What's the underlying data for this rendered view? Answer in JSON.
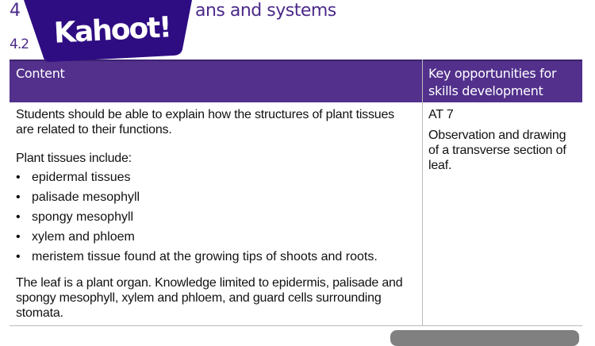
{
  "heading": {
    "title_partial": "4",
    "title_visible": "ans and systems",
    "subtitle_partial": "4.2"
  },
  "logo": {
    "text": "Kahoot!",
    "color": "#2e0d82"
  },
  "table": {
    "headers": [
      "Content",
      "Key opportunities for skills development"
    ],
    "header_color": "#52308c",
    "content": {
      "intro": "Students should be able to explain how the structures of plant tissues are related to their functions.",
      "list_intro": "Plant tissues include:",
      "items": [
        "epidermal tissues",
        "palisade mesophyll",
        "spongy mesophyll",
        "xylem and phloem",
        "meristem tissue found at the growing tips of shoots and roots."
      ],
      "note": "The leaf is a plant organ. Knowledge limited to epidermis, palisade and spongy mesophyll, xylem and phloem, and guard cells surrounding stomata."
    },
    "skills": {
      "code": "AT 7",
      "text": "Observation and drawing of a transverse section of leaf."
    }
  }
}
